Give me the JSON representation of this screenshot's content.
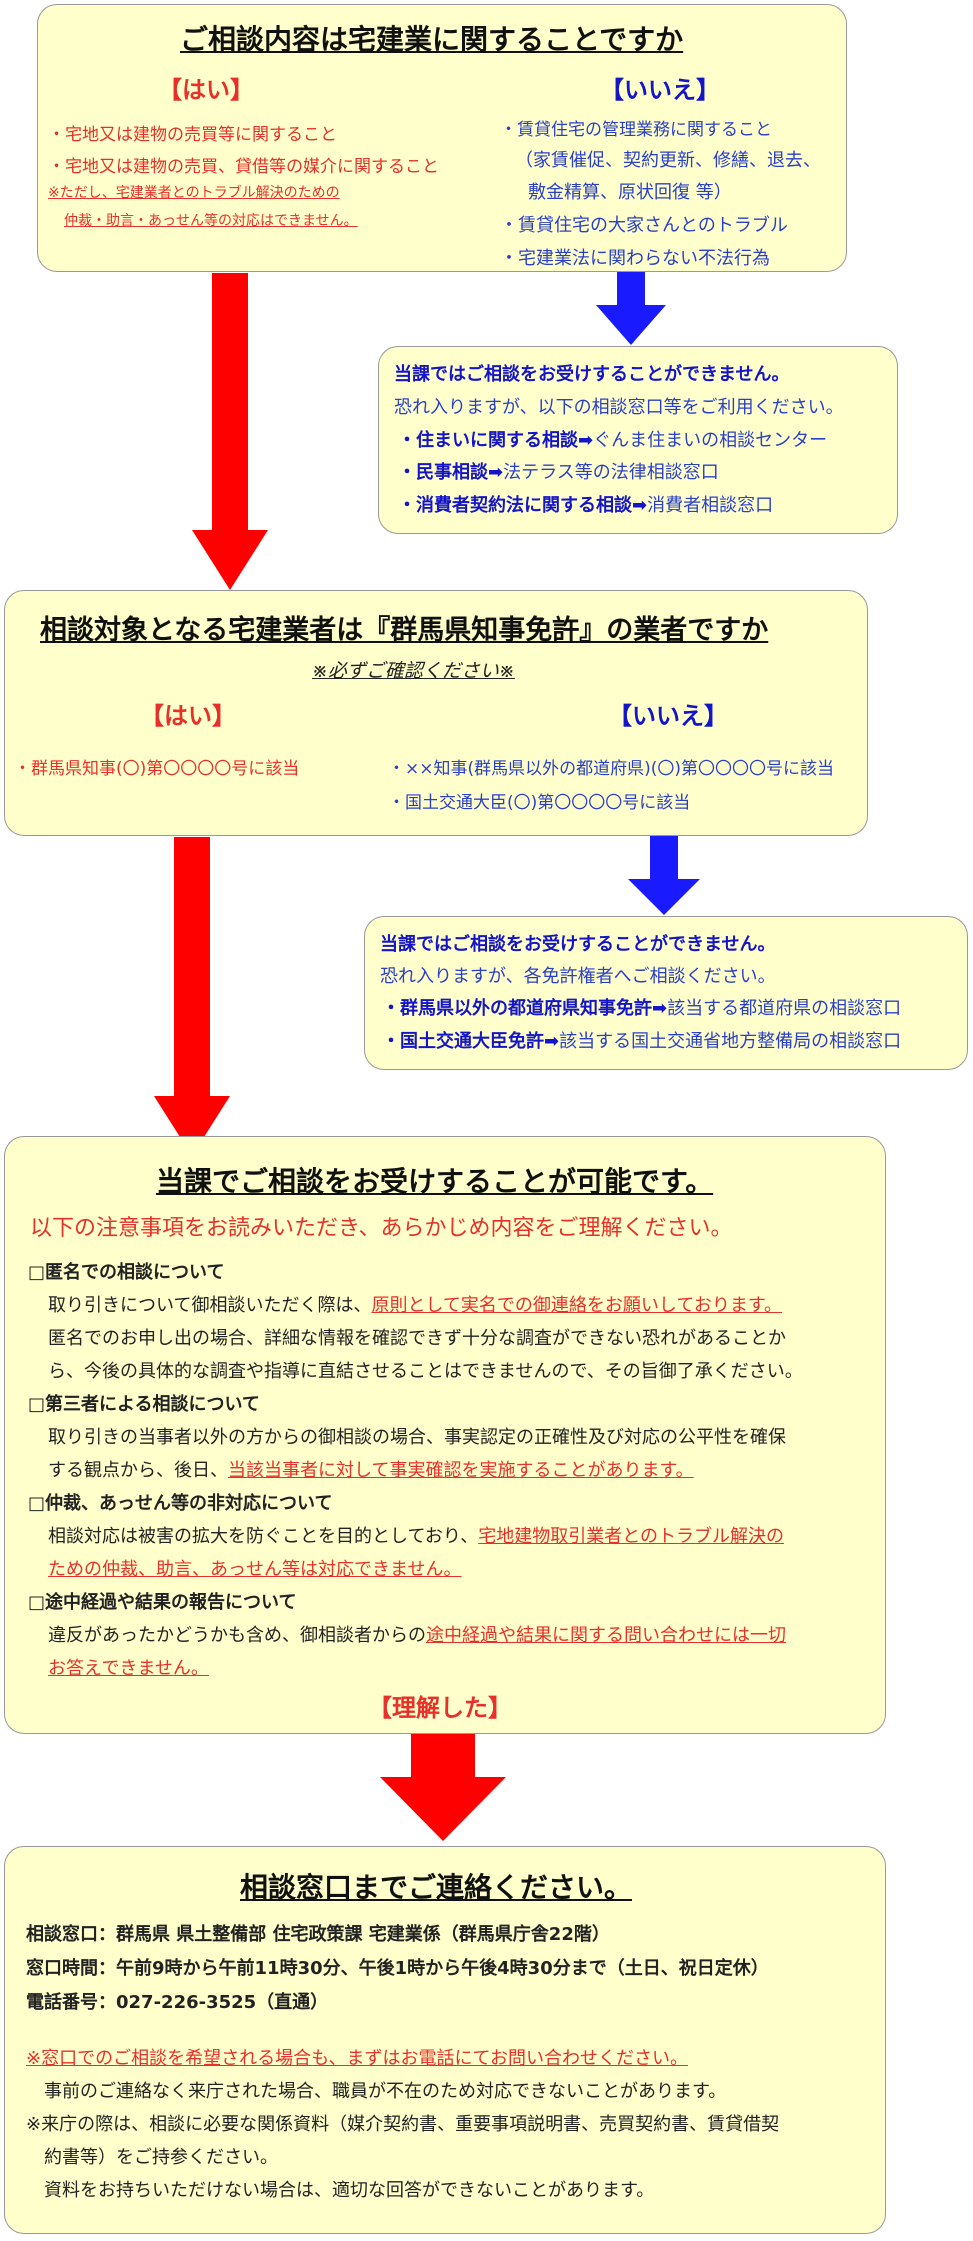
{
  "q1": {
    "title": "ご相談内容は宅建業に関することですか",
    "yes": "【はい】",
    "no": "【いいえ】",
    "yes_items": [
      "・宅地又は建物の売買等に関すること",
      "・宅地又は建物の売買、貸借等の媒介に関すること"
    ],
    "yes_note1": "※ただし、宅建業者とのトラブル解決のための",
    "yes_note2": "仲裁・助言・あっせん等の対応はできません。",
    "no_items": [
      "・賃貸住宅の管理業務に関すること",
      "（家賃催促、契約更新、修繕、退去、",
      "敷金精算、原状回復 等）",
      "・賃貸住宅の大家さんとのトラブル",
      "・宅建業法に関わらない不法行為"
    ]
  },
  "n1": {
    "head": "当課ではご相談をお受けすることができません。",
    "sub": "恐れ入りますが、以下の相談窓口等をご利用ください。",
    "items": [
      {
        "label": "・住まいに関する相談➡",
        "dest": "ぐんま住まいの相談センター"
      },
      {
        "label": "・民事相談➡",
        "dest": "法テラス等の法律相談窓口"
      },
      {
        "label": "・消費者契約法に関する相談➡",
        "dest": "消費者相談窓口"
      }
    ]
  },
  "q2": {
    "title": "相談対象となる宅建業者は『群馬県知事免許』の業者ですか",
    "note": "※必ずご確認ください※",
    "yes": "【はい】",
    "no": "【いいえ】",
    "yes_item": "・群馬県知事(〇)第〇〇〇〇号に該当",
    "no_items": [
      "・××知事(群馬県以外の都道府県)(〇)第〇〇〇〇号に該当",
      "・国土交通大臣(〇)第〇〇〇〇号に該当"
    ]
  },
  "n2": {
    "head": "当課ではご相談をお受けすることができません。",
    "sub": "恐れ入りますが、各免許権者へご相談ください。",
    "items": [
      {
        "label": "・群馬県以外の都道府県知事免許➡",
        "dest": "該当する都道府県の相談窓口"
      },
      {
        "label": "・国土交通大臣免許➡",
        "dest": "該当する国土交通省地方整備局の相談窓口"
      }
    ]
  },
  "ok": {
    "title": "当課でご相談をお受けすることが可能です。",
    "lead": "以下の注意事項をお読みいただき、あらかじめ内容をご理解ください。",
    "s1_head": "□匿名での相談について",
    "s1_l1a": "取り引きについて御相談いただく際は、",
    "s1_l1b": "原則として実名での御連絡をお願いしております。",
    "s1_l2": "匿名でのお申し出の場合、詳細な情報を確認できず十分な調査ができない恐れがあることか",
    "s1_l3": "ら、今後の具体的な調査や指導に直結させることはできませんので、その旨御了承ください。",
    "s2_head": "□第三者による相談について",
    "s2_l1": "取り引きの当事者以外の方からの御相談の場合、事実認定の正確性及び対応の公平性を確保",
    "s2_l2a": "する観点から、後日、",
    "s2_l2b": "当該当事者に対して事実確認を実施することがあります。",
    "s3_head": "□仲裁、あっせん等の非対応について",
    "s3_l1a": "相談対応は被害の拡大を防ぐことを目的としており、",
    "s3_l1b": "宅地建物取引業者とのトラブル解決の",
    "s3_l2": "ための仲裁、助言、あっせん等は対応できません。",
    "s4_head": "□途中経過や結果の報告について",
    "s4_l1a": "違反があったかどうかも含め、御相談者からの",
    "s4_l1b": "途中経過や結果に関する問い合わせには一切",
    "s4_l2": "お答えできません。",
    "understood": "【理解した】"
  },
  "contact": {
    "title": "相談窓口までご連絡ください。",
    "window": "相談窓口：群馬県 県土整備部 住宅政策課 宅建業係（群馬県庁舎22階）",
    "hours": "窓口時間：午前9時から午前11時30分、午後1時から午後4時30分まで（土日、祝日定休）",
    "phone": "電話番号：027-226-3525（直通）",
    "n1": "※窓口でのご相談を希望される場合も、まずはお電話にてお問い合わせください。",
    "n1b": "事前のご連絡なく来庁された場合、職員が不在のため対応できないことがあります。",
    "n2a": "※来庁の際は、相談に必要な関係資料（媒介契約書、重要事項説明書、売買契約書、賃貸借契",
    "n2b": "約書等）をご持参ください。",
    "n2c": "資料をお持ちいただけない場合は、適切な回答ができないことがあります。"
  },
  "colors": {
    "box_fill": "#ffffcc",
    "red_arrow": "#ff0000",
    "blue_arrow": "#1a1aff",
    "red_text": "#e8302a",
    "blue_text": "#2a3fc8"
  }
}
